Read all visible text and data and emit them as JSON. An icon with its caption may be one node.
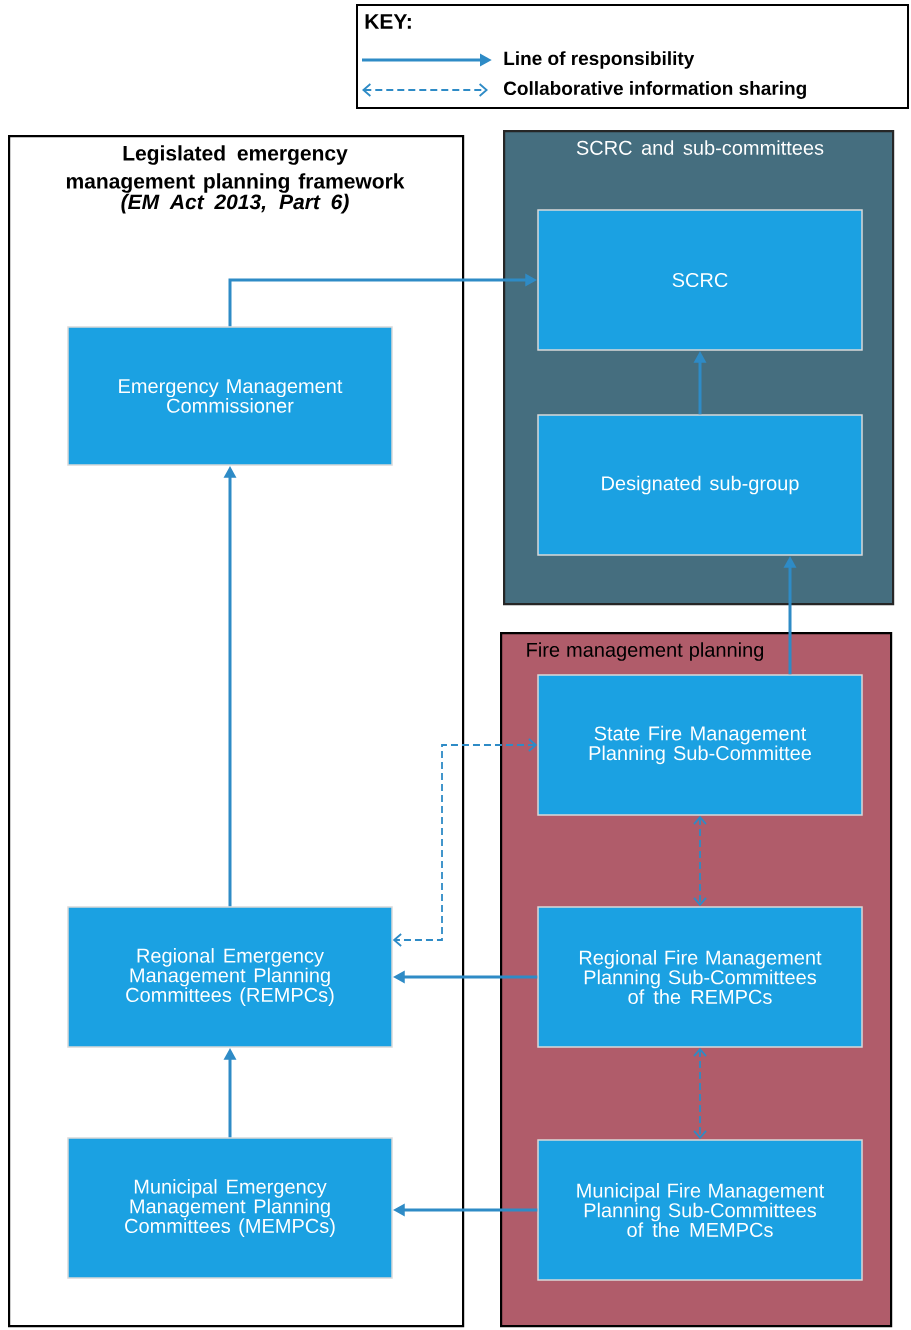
{
  "diagram": {
    "nodes": [
      {
        "text": [
          "Legislated emergency management planning framework",
          "(EM Act 2013, Part 6)"
        ]
      },
      {
        "text": [
          "Emergency Management Commissioner"
        ],
        "in": 0
      },
      {
        "text": [
          "Regional Emergency Management Planning Committees (REMPCs)"
        ],
        "in": 0
      },
      {
        "text": [
          "Municipal Emergency Management Planning Committees (MEMPCs)"
        ],
        "in": 0
      },
      {
        "text": [
          "SCRC and sub-committees"
        ]
      },
      {
        "text": [
          "SCRC"
        ],
        "in": 4
      },
      {
        "text": [
          "Designated sub-group"
        ],
        "in": 4
      },
      {
        "text": [
          "Fire management planning"
        ]
      },
      {
        "text": [
          "State Fire Management Planning Sub-Committee"
        ],
        "in": 7
      },
      {
        "text": [
          "Regional Fire Management Planning Sub-Committees of the REMPCs"
        ],
        "in": 7
      },
      {
        "text": [
          "Municipal Fire Management Planning Sub-Committees of the MEMPCs"
        ],
        "in": 7
      }
    ],
    "edges": [
      {
        "from": 1,
        "to": 5,
        "arrow": "to"
      },
      {
        "from": 2,
        "to": 1,
        "arrow": "to"
      },
      {
        "from": 3,
        "to": 2,
        "arrow": "to"
      },
      {
        "from": 6,
        "to": 5,
        "arrow": "to"
      },
      {
        "from": 8,
        "to": 6,
        "arrow": "to"
      },
      {
        "from": 9,
        "to": 2,
        "arrow": "to"
      },
      {
        "from": 10,
        "to": 3,
        "arrow": "to"
      },
      {
        "from": 8,
        "to": 2,
        "arrow": "both",
        "style": "dashed"
      },
      {
        "from": 8,
        "to": 9,
        "arrow": "both",
        "style": "dashed"
      },
      {
        "from": 9,
        "to": 10,
        "arrow": "both",
        "style": "dashed"
      }
    ],
    "labels": [
      "KEY:"
    ],
    "legend": [
      {
        "text": "Line of responsibility"
      },
      {
        "text": "Collaborative information sharing"
      }
    ]
  }
}
